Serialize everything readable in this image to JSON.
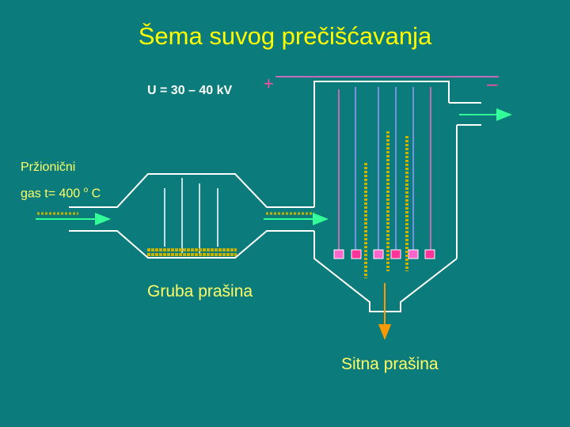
{
  "title": "Šema suvog prečišćavanja",
  "voltage": "U = 30 – 40 kV",
  "polarity": {
    "positive": "+",
    "negative": "–"
  },
  "inlet": {
    "line1": "Pržionični",
    "line2_prefix": "gas t= 400 ",
    "degree": "o",
    "line2_suffix": " C"
  },
  "coarse_dust": "Gruba prašina",
  "fine_dust": "Sitna prašina",
  "colors": {
    "background": "#0b7b7b",
    "outline": "#ffffff",
    "title": "#ffff00",
    "text": "#ffff66",
    "flow_arrow": "#33ff99",
    "positive_wire": "#ff66cc",
    "electrode_wire": "#9999ff",
    "collector": "#c8b400",
    "weight": "#ff3399",
    "dust_arrow": "#ff9900"
  }
}
